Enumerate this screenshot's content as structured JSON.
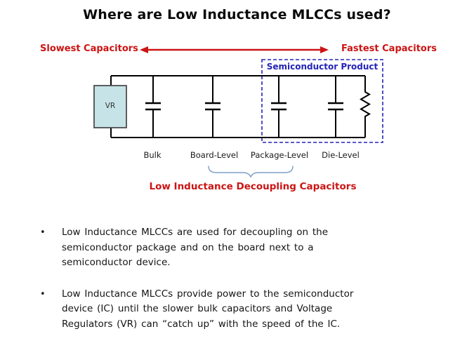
{
  "title": "Where are Low Inductance MLCCs used?",
  "diagram": {
    "slowest_label": "Slowest Capacitors",
    "fastest_label": "Fastest Capacitors",
    "semiconductor_box_label": "Semiconductor Product",
    "vr_label": "VR",
    "capacitor_labels": [
      "Bulk",
      "Board-Level",
      "Package-Level",
      "Die-Level"
    ],
    "brace_caption": "Low Inductance Decoupling Capacitors",
    "colors": {
      "red": "#cc1414",
      "blue": "#2323b8",
      "vr_fill": "#c6e4e8",
      "brace": "#7e9fc6",
      "wire": "#000000"
    }
  },
  "bullets": [
    "Low Inductance MLCCs are used for decoupling on the\nsemiconductor package and on the board next to a\nsemiconductor device.",
    "Low Inductance MLCCs provide power to the semiconductor\ndevice (IC) until the slower bulk capacitors and Voltage\nRegulators (VR) can “catch up” with the speed of the IC."
  ]
}
